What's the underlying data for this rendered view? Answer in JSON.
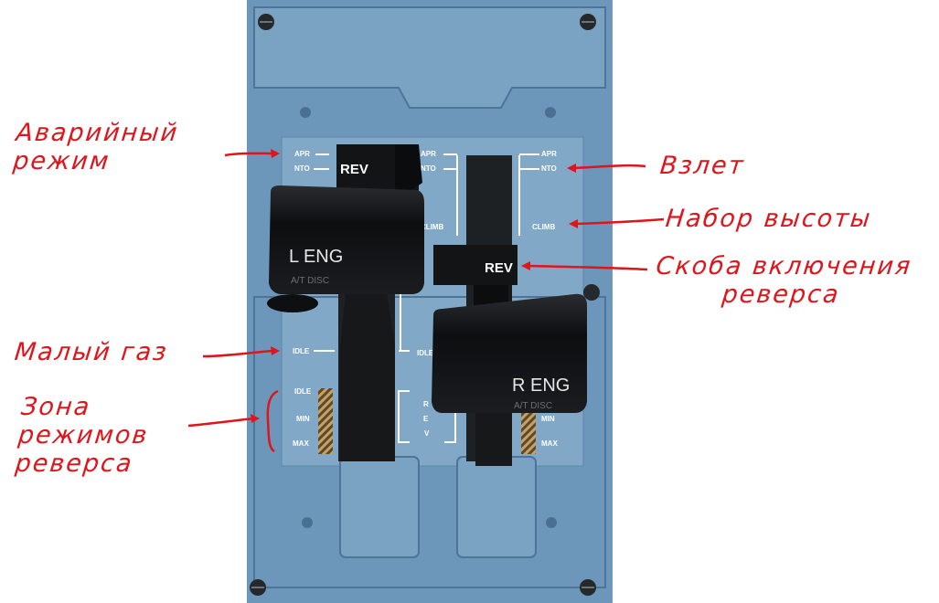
{
  "panel": {
    "scale_marks": {
      "apr": "APR",
      "nto": "NTO",
      "climb": "CLIMB",
      "idle": "IDLE",
      "min": "MIN",
      "max": "MAX"
    },
    "left_scale": {
      "apr": "APR",
      "nto": "NTO",
      "idle": "IDLE",
      "rev_idle": "IDLE",
      "rev_min": "MIN",
      "rev_max": "MAX"
    },
    "center_scale": {
      "apr": "APR",
      "nto": "NTO",
      "climb": "CLIMB",
      "idle": "IDLE",
      "rev_letters": [
        "R",
        "E",
        "V"
      ]
    },
    "right_scale": {
      "apr": "APR",
      "nto": "NTO",
      "climb": "CLIMB",
      "rev_min": "MIN",
      "rev_max": "MAX"
    },
    "left_lever": {
      "grip_label": "L ENG",
      "sub_label": "A/T DISC",
      "rev_label": "REV"
    },
    "right_lever": {
      "grip_label": "R ENG",
      "sub_label": "A/T DISC",
      "rev_label": "REV"
    }
  },
  "annotations": {
    "emergency_mode": [
      "Аварийный",
      "режим"
    ],
    "idle_thrust": "Малый газ",
    "reverse_zone": [
      "Зона",
      "режимов",
      "реверса"
    ],
    "takeoff": "Взлет",
    "climb": "Набор высоты",
    "reverse_latch": [
      "Скоба включения",
      "реверса"
    ]
  },
  "colors": {
    "panel": "#6d97ba",
    "panel_dark": "#4e7596",
    "slot": "#1e2124",
    "grip": "#111214",
    "annotation": "#e0141b",
    "hatch_a": "#c9a064",
    "hatch_b": "#5a4a2e"
  }
}
